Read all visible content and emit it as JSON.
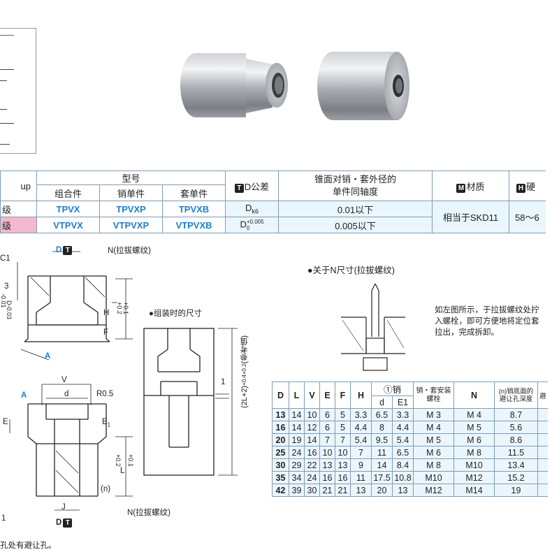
{
  "spec_table": {
    "header": {
      "group": "up",
      "model": "型号",
      "assembly": "组合件",
      "pin": "销单件",
      "sleeve": "套单件",
      "tolerance_icon": "T",
      "tolerance": "D公差",
      "coaxiality_line1": "锥面对销・套外径的",
      "coaxiality_line2": "单件同轴度",
      "material_icon": "M",
      "material": "材质",
      "hardness_icon": "H",
      "hardness": "硬"
    },
    "rows": [
      {
        "grade": "级",
        "assembly": "TPVX",
        "pin": "TPVXP",
        "sleeve": "TPVXB",
        "tolerance": "D",
        "tolerance_sub": "k6",
        "coaxiality": "0.01以下"
      },
      {
        "grade": "级",
        "assembly": "VTPVX",
        "pin": "VTPVXP",
        "sleeve": "VTPVXB",
        "tolerance": "D",
        "tolerance_sup": "+0.005",
        "tolerance_low": "0",
        "coaxiality": "0.005以下"
      }
    ],
    "material_value": "相当于SKD11",
    "hardness_value": "58〜6"
  },
  "drawing_labels": {
    "c1": "C1",
    "d_top": "D",
    "t_icon": "T",
    "n_thread_top": "N(拉拔螺纹)",
    "dim_3": "3",
    "h": "H",
    "h_tol_top": "+0.2",
    "h_tol_bottom": "+0.1",
    "f": "F",
    "d_tol_top": "-0.01",
    "d_tol_bottom": "D-0.03",
    "a_mark": "A",
    "v": "V",
    "d_small": "d",
    "r05": "R0.5",
    "a_mark2": "A",
    "e": "E",
    "e1": "E",
    "e1_sub": "1",
    "l": "L",
    "l_tol_top": "+0.2",
    "l_tol_bottom": "+0.1",
    "n_paren": "(n)",
    "j": "J",
    "n_thread_bottom": "N(拉拔螺纹)",
    "d_bottom": "D",
    "assembled_title": "●组装时的尺寸",
    "dim_1": "1",
    "ref_dim": "(2L+2)",
    "ref_tol_top": "+0.4",
    "ref_tol_bottom": "+0.2",
    "ref_note": "(参考值)",
    "footnote": "孔处有避让孔。",
    "left_dim_1": "1"
  },
  "n_section": {
    "title": "●关于N尺寸(拉拔螺纹)",
    "note_line1": "如左图所示，于拉拔螺纹处拧",
    "note_line2": "入螺栓，即可方便地将定位套",
    "note_line3": "拉出，完成拆卸。"
  },
  "dims_table": {
    "headers": [
      "D",
      "L",
      "V",
      "E",
      "F",
      "H",
      "①销",
      "销・套安装螺栓",
      "N",
      "(n)销底面的避让孔深度",
      "避"
    ],
    "sub_headers": [
      "d",
      "E1"
    ],
    "rows": [
      [
        "13",
        "14",
        "10",
        "6",
        "5",
        "3.3",
        "6.5",
        "3.3",
        "M 3",
        "M 4",
        "8.7"
      ],
      [
        "16",
        "14",
        "12",
        "6",
        "5",
        "4.4",
        "8",
        "4.4",
        "M 4",
        "M 5",
        "5.6"
      ],
      [
        "20",
        "19",
        "14",
        "7",
        "7",
        "5.4",
        "9.5",
        "5.4",
        "M 5",
        "M 6",
        "8.6"
      ],
      [
        "25",
        "24",
        "16",
        "10",
        "10",
        "7",
        "11",
        "6.5",
        "M 6",
        "M 8",
        "11.5"
      ],
      [
        "30",
        "29",
        "22",
        "13",
        "13",
        "9",
        "14",
        "8.4",
        "M 8",
        "M10",
        "13.4"
      ],
      [
        "35",
        "34",
        "24",
        "16",
        "16",
        "11",
        "17.5",
        "10.8",
        "M10",
        "M12",
        "15.2"
      ],
      [
        "42",
        "39",
        "30",
        "21",
        "21",
        "13",
        "20",
        "13",
        "M12",
        "M14",
        "19"
      ]
    ]
  },
  "colors": {
    "accent_blue": "#1a7fd3",
    "grade_pink": "#f4b8cf",
    "table_cell": "#eaf6fc",
    "border": "#7f9cb8"
  }
}
